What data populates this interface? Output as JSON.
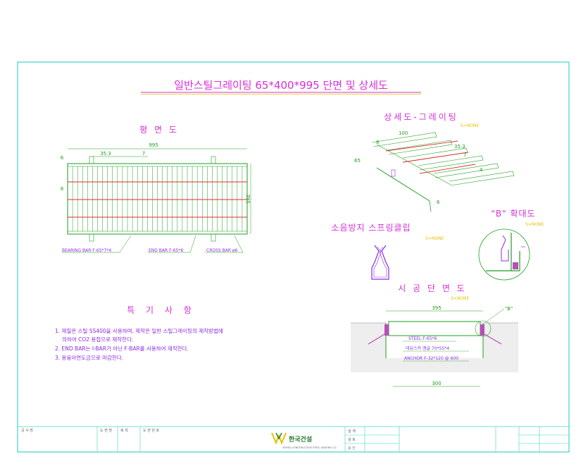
{
  "drawing": {
    "main_title": "일반스틸그레이팅 65*400*995 단면 및 상세도",
    "plan_view": {
      "title": "평 면 도",
      "dim_length": "995",
      "dim_width": "395",
      "dim_pitch": "35.3",
      "dim_bar": "7",
      "dim_side_top": "6",
      "dim_side_mid": "8",
      "label_bearing": "BEARING BAR F-65*7*4",
      "label_end": "END BAR F-65*6",
      "label_cross": "CROSS BAR ø6"
    },
    "detail": {
      "title": "상세도-그레이팅",
      "scale": "S=NONE",
      "dim_a": "100",
      "dim_b": "8",
      "dim_c": "35.3",
      "dim_d": "7",
      "dim_e": "65",
      "dim_f": "4",
      "dim_g": "6"
    },
    "clip": {
      "title": "소음방지 스프링클립",
      "scale": "S=NONE"
    },
    "enlarge": {
      "title": "\"B\" 확대도",
      "scale": "S=NONE"
    },
    "section": {
      "title": "시 공 단 면 도",
      "scale": "S=NONE",
      "dim_top": "395",
      "dim_bottom": "300",
      "callout": "\"B\"",
      "label_steel": "STEEL F-65*6",
      "label_angle": "데유스커 앵글 70*55*4",
      "label_anchor": "ANCHOR F-32*120 @ 600"
    },
    "notes": {
      "title": "특 기 사 항",
      "line1": "1. 재질은 스틸 SS400을 사용하며, 제작은 일반 스틸그레이팅의 제작방법에",
      "line2": "의하여 CO2 용접으로 제작한다.",
      "line3": "2. END BAR는 I-BAR가 아닌 F-BAR를 사용하여 제작한다.",
      "line4": "3. 용융아연도금으로 마감한다."
    },
    "title_block": {
      "logo_text": "한국건설",
      "company_sub": "KOREA CONSTRUCTION STEEL GRATING CO.",
      "cell1": "공 사 명",
      "cell2": "도 면 명",
      "cell3": "축 척",
      "cell4": "도 면 번 호",
      "cell5": "설 계",
      "cell6": "검 토",
      "cell7": "승 인"
    }
  }
}
